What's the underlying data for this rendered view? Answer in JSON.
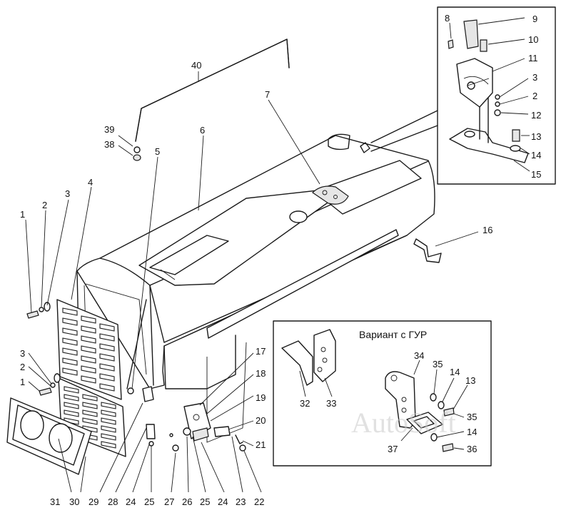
{
  "variant_title": "Вариант с ГУР",
  "watermark": "AutoSoft",
  "callouts": {
    "c1": "1",
    "c2": "2",
    "c3": "3",
    "c4": "4",
    "c5": "5",
    "c6": "6",
    "c7": "7",
    "c8": "8",
    "c9": "9",
    "c10": "10",
    "c11": "11",
    "c12": "12",
    "c13": "13",
    "c14": "14",
    "c15": "15",
    "c16": "16",
    "c17": "17",
    "c18": "18",
    "c19": "19",
    "c20": "20",
    "c21": "21",
    "c22": "22",
    "c23": "23",
    "c24": "24",
    "c25": "25",
    "c26": "26",
    "c27": "27",
    "c28": "28",
    "c29": "29",
    "c30": "30",
    "c31": "31",
    "c32": "32",
    "c33": "33",
    "c34": "34",
    "c35": "35",
    "c36": "36",
    "c37": "37",
    "c38": "38",
    "c39": "39",
    "c40": "40"
  }
}
